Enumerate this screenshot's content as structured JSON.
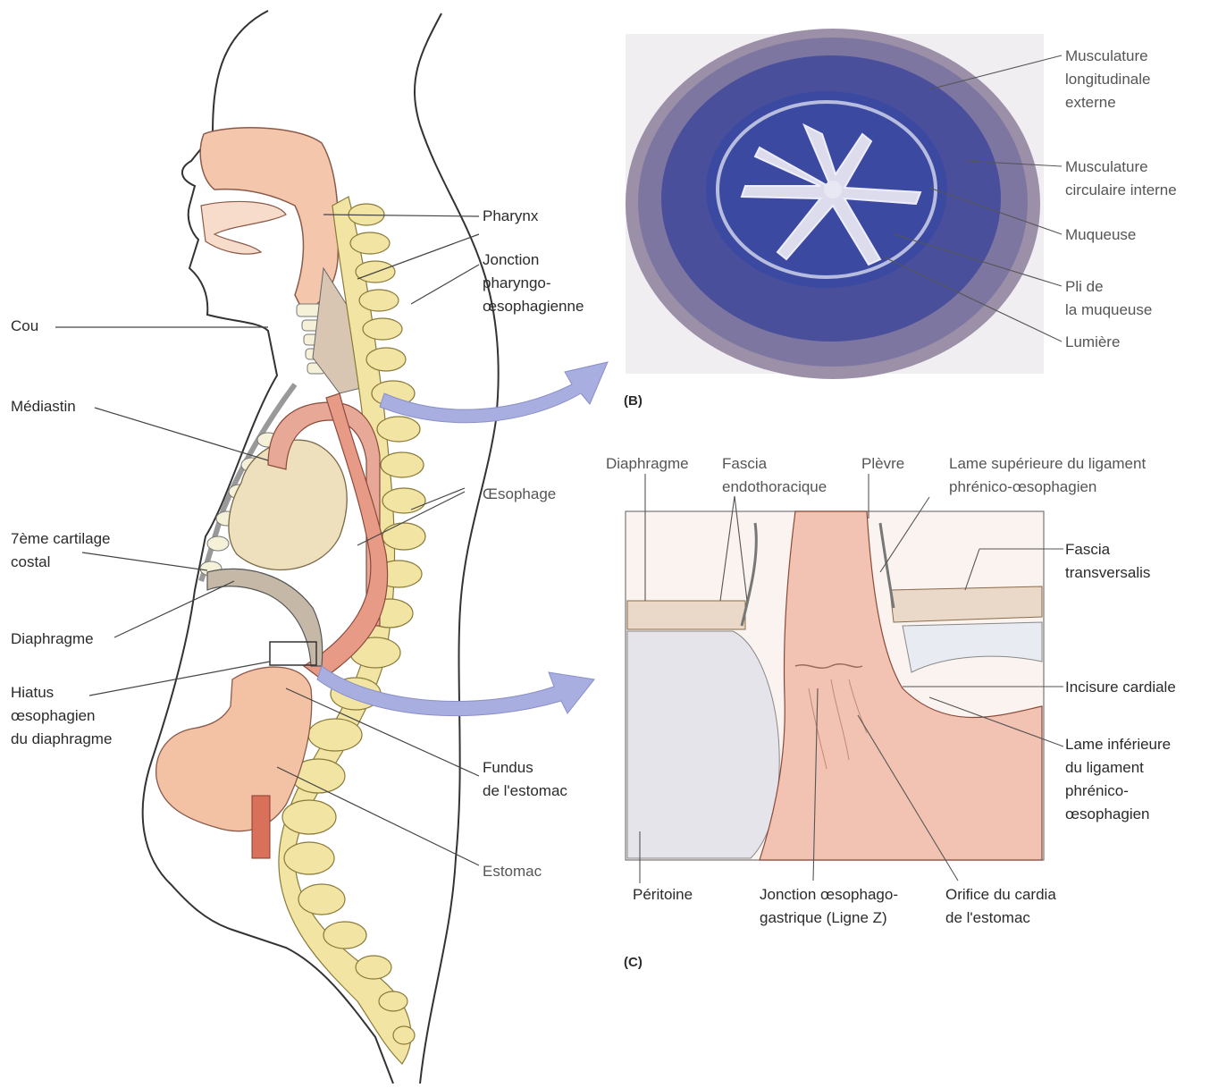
{
  "panel_a": {
    "labels": {
      "cou": "Cou",
      "mediastin": "Médiastin",
      "cartilage": "7ème cartilage\ncostal",
      "diaphragme": "Diaphragme",
      "hiatus": "Hiatus\nœsophagien\ndu diaphragme",
      "pharynx": "Pharynx",
      "jonction_pe": "Jonction\npharyngo-\nœsophagienne",
      "oesophage": "Œsophage",
      "fundus": "Fundus\nde l'estomac",
      "estomac": "Estomac"
    }
  },
  "panel_b": {
    "letter": "(B)",
    "labels": {
      "musc_long": "Musculature\nlongitudinale\nexterne",
      "musc_circ": "Musculature\ncirculaire interne",
      "muqueuse": "Muqueuse",
      "pli": "Pli de\nla muqueuse",
      "lumiere": "Lumière"
    }
  },
  "panel_c": {
    "letter": "(C)",
    "labels": {
      "diaphragme": "Diaphragme",
      "fascia_endo": "Fascia\nendothoracique",
      "plevre": "Plèvre",
      "lame_sup": "Lame supérieure du ligament\nphrénico-œsophagien",
      "fascia_trans": "Fascia\ntransversalis",
      "incisure": "Incisure cardiale",
      "lame_inf": "Lame inférieure\ndu ligament\nphrénico-\nœsophagien",
      "peritoine": "Péritoine",
      "jonction_og": "Jonction œsophago-\ngastrique (Ligne Z)",
      "orifice": "Orifice du cardia\nde l'estomac"
    }
  },
  "colors": {
    "skin_line": "#333333",
    "pharynx_pink": "#f4c7ac",
    "oesophagus": "#e79a86",
    "stomach": "#f3c2a4",
    "spine": "#f2e5a4",
    "heart": "#eee0bd",
    "histology_blue": "#3b4aa0",
    "arrow": "#a9aee0"
  }
}
